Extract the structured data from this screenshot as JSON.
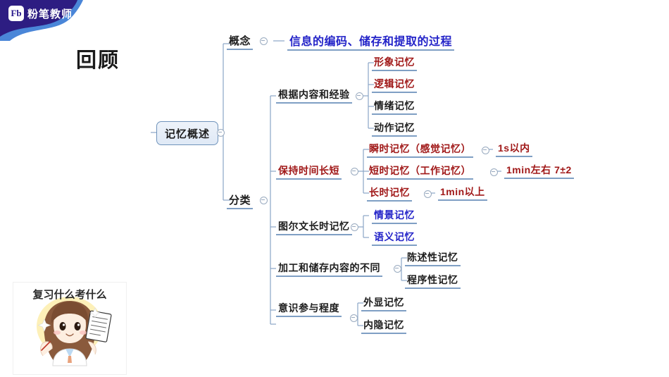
{
  "header": {
    "brand": "粉笔教师",
    "logo_mark": "Fb",
    "logo_icon": "fenbi-logo-icon"
  },
  "page_title": "回顾",
  "illustration": {
    "caption": "复习什么考什么",
    "alt": "cartoon-girl-holding-paper"
  },
  "mindmap": {
    "root": "记忆概述",
    "branches": [
      {
        "label": "概念",
        "color": "black",
        "children": [
          {
            "label": "信息的编码、储存和提取的过程",
            "color": "blue",
            "children": []
          }
        ]
      },
      {
        "label": "分类",
        "color": "black",
        "children": [
          {
            "label": "根据内容和经验",
            "color": "black",
            "children": [
              {
                "label": "形象记忆",
                "color": "red",
                "children": []
              },
              {
                "label": "逻辑记忆",
                "color": "red",
                "children": []
              },
              {
                "label": "情绪记忆",
                "color": "black",
                "children": []
              },
              {
                "label": "动作记忆",
                "color": "black",
                "children": []
              }
            ]
          },
          {
            "label": "保持时间长短",
            "color": "red",
            "children": [
              {
                "label": "瞬时记忆（感觉记忆）",
                "color": "red",
                "children": [
                  {
                    "label": "1s以内",
                    "color": "red",
                    "children": []
                  }
                ]
              },
              {
                "label": "短时记忆（工作记忆）",
                "color": "red",
                "children": [
                  {
                    "label": "1min左右  7±2",
                    "color": "red",
                    "children": []
                  }
                ]
              },
              {
                "label": "长时记忆",
                "color": "red",
                "children": [
                  {
                    "label": "1min以上",
                    "color": "red",
                    "children": []
                  }
                ]
              }
            ]
          },
          {
            "label": "图尔文长时记忆",
            "color": "black",
            "children": [
              {
                "label": "情景记忆",
                "color": "blue",
                "children": []
              },
              {
                "label": "语义记忆",
                "color": "blue",
                "children": []
              }
            ]
          },
          {
            "label": "加工和储存内容的不同",
            "color": "black",
            "children": [
              {
                "label": "陈述性记忆",
                "color": "black",
                "children": []
              },
              {
                "label": "程序性记忆",
                "color": "black",
                "children": []
              }
            ]
          },
          {
            "label": "意识参与程度",
            "color": "black",
            "children": [
              {
                "label": "外显记忆",
                "color": "black",
                "children": []
              },
              {
                "label": "内隐记忆",
                "color": "black",
                "children": []
              }
            ]
          }
        ]
      }
    ]
  },
  "nodes": {
    "concept": "概念",
    "concept_def": "信息的编码、储存和提取的过程",
    "classify": "分类",
    "by_content": "根据内容和经验",
    "image_mem": "形象记忆",
    "logic_mem": "逻辑记忆",
    "emotion_mem": "情绪记忆",
    "action_mem": "动作记忆",
    "by_duration": "保持时间长短",
    "sensory_mem": "瞬时记忆（感觉记忆）",
    "sensory_time": "1s以内",
    "short_mem": "短时记忆（工作记忆）",
    "short_time": "1min左右  7±2",
    "long_mem": "长时记忆",
    "long_time": "1min以上",
    "tulving": "图尔文长时记忆",
    "episodic": "情景记忆",
    "semantic": "语义记忆",
    "by_process": "加工和储存内容的不同",
    "declarative": "陈述性记忆",
    "procedural": "程序性记忆",
    "by_awareness": "意识参与程度",
    "explicit": "外显记忆",
    "implicit": "内隐记忆"
  },
  "colors": {
    "banner_dark": "#2d1d82",
    "banner_wave": "#4a86d8",
    "line": "#7f9fc4",
    "red_text": "#a01818",
    "blue_text": "#2323c8",
    "black_text": "#1d1d1d",
    "root_border": "#6f93bb"
  }
}
